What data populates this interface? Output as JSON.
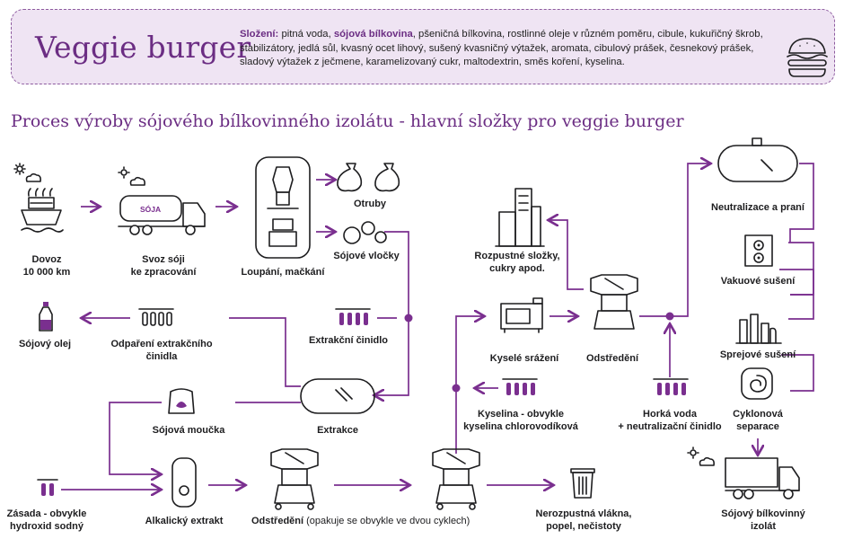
{
  "banner": {
    "title": "Veggie burger",
    "ingredients_label": "Složení:",
    "ingredients_pre": " pitná voda, ",
    "ingredients_highlight": "sójová bílkovina",
    "ingredients_post": ", pšeničná bílkovina, rostlinné oleje v různém poměru, cibule, kukuřičný škrob, stabilizátory, jedlá sůl, kvasný ocet lihový, sušený kvasničný výtažek, aromata, cibulový prášek, česnekový prášek, sladový výtažek z ječmene, karamelizovaný cukr, maltodextrin, směs koření, kyselina."
  },
  "process_title": "Proces výroby sójového bílkovinného izolátu - hlavní složky pro veggie burger",
  "labels": {
    "dovoz": "Dovoz",
    "dovoz_km": "10 000 km",
    "svoz": "Svoz sóji",
    "svoz2": "ke zpracování",
    "truck_text": "SÓJA",
    "loupani": "Loupání, mačkání",
    "otruby": "Otruby",
    "vlocky": "Sójové vločky",
    "extrakcni_cinidlo": "Extrakční činidlo",
    "sojovy_olej": "Sójový olej",
    "odpareni1": "Odpaření extrakčního",
    "odpareni2": "činidla",
    "extrakce": "Extrakce",
    "moucka": "Sójová moučka",
    "zasada1": "Zásada - obvykle",
    "zasada2": "hydroxid sodný",
    "alkalicky": "Alkalický extrakt",
    "odstredeni": "Odstředění",
    "odstredeni_note": " (opakuje se obvykle ve dvou cyklech)",
    "nerozpustna1": "Nerozpustná vlákna,",
    "nerozpustna2": "popel, nečistoty",
    "rozpustne1": "Rozpustné složky,",
    "rozpustne2": "cukry apod.",
    "kysele": "Kyselé srážení",
    "odstredeni2": "Odstředění",
    "kyselina1": "Kyselina - obvykle",
    "kyselina2": "kyselina chlorovodíková",
    "horka1": "Horká voda",
    "horka2": "+ neutralizační činidlo",
    "neutralizace": "Neutralizace a praní",
    "vakuove": "Vakuové sušení",
    "sprejove": "Sprejové sušení",
    "cyklonova1": "Cyklonová",
    "cyklonova2": "separace",
    "izolat1": "Sójový bílkovinný",
    "izolat2": "izolát"
  },
  "colors": {
    "accent": "#7a2f8f",
    "banner_bg": "#efe4f3",
    "title": "#6b2d83"
  },
  "icons": [
    "burger-icon",
    "sun-cloud-icon",
    "ship-icon",
    "truck-icon",
    "mill-icon",
    "bag-icon",
    "flakes-icon",
    "vials-icon",
    "bottle-icon",
    "tank-icon",
    "flour-bag-icon",
    "centrifuge-icon",
    "factory-icon",
    "oven-icon",
    "vacuum-dryer-icon",
    "spray-dryer-icon",
    "cyclone-icon",
    "bin-icon"
  ]
}
